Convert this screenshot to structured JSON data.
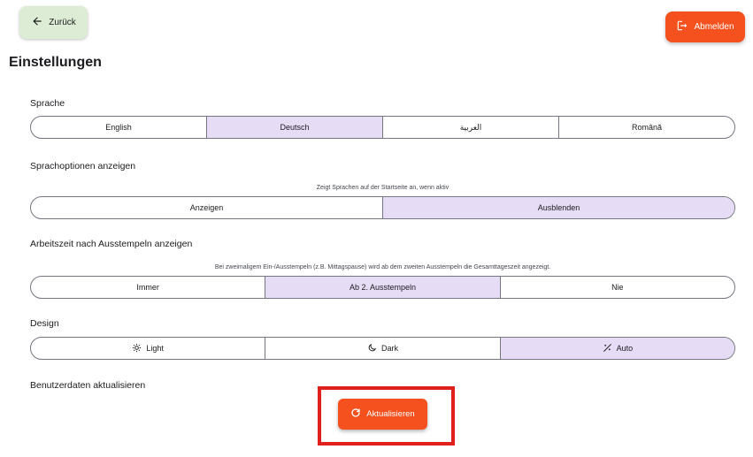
{
  "header": {
    "back_label": "Zurück",
    "logout_label": "Abmelden"
  },
  "page_title": "Einstellungen",
  "language": {
    "label": "Sprache",
    "options": [
      "English",
      "Deutsch",
      "العربية",
      "Română"
    ],
    "selected": "Deutsch"
  },
  "language_options": {
    "label": "Sprachoptionen anzeigen",
    "hint": "Zeigt Sprachen auf der Startseite an, wenn aktiv",
    "options": [
      "Anzeigen",
      "Ausblenden"
    ],
    "selected": "Ausblenden"
  },
  "worktime": {
    "label": "Arbeitszeit nach Ausstempeln anzeigen",
    "hint": "Bei zweimaligem Ein-/Ausstempeln (z.B. Mittagspause) wird ab dem zweiten Ausstempeln die Gesamttageszeit angezeigt.",
    "options": [
      "Immer",
      "Ab 2. Ausstempeln",
      "Nie"
    ],
    "selected": "Ab 2. Ausstempeln"
  },
  "design": {
    "label": "Design",
    "options": [
      {
        "label": "Light",
        "icon": "sun-icon"
      },
      {
        "label": "Dark",
        "icon": "moon-icon"
      },
      {
        "label": "Auto",
        "icon": "auto-theme-icon"
      }
    ],
    "selected": "Auto"
  },
  "user_data": {
    "label": "Benutzerdaten aktualisieren",
    "button_label": "Aktualisieren"
  },
  "colors": {
    "accent": "#f4511e",
    "selected_segment": "#e6dcf6",
    "back_button": "#dcecd5",
    "highlight": "#e0201c"
  }
}
